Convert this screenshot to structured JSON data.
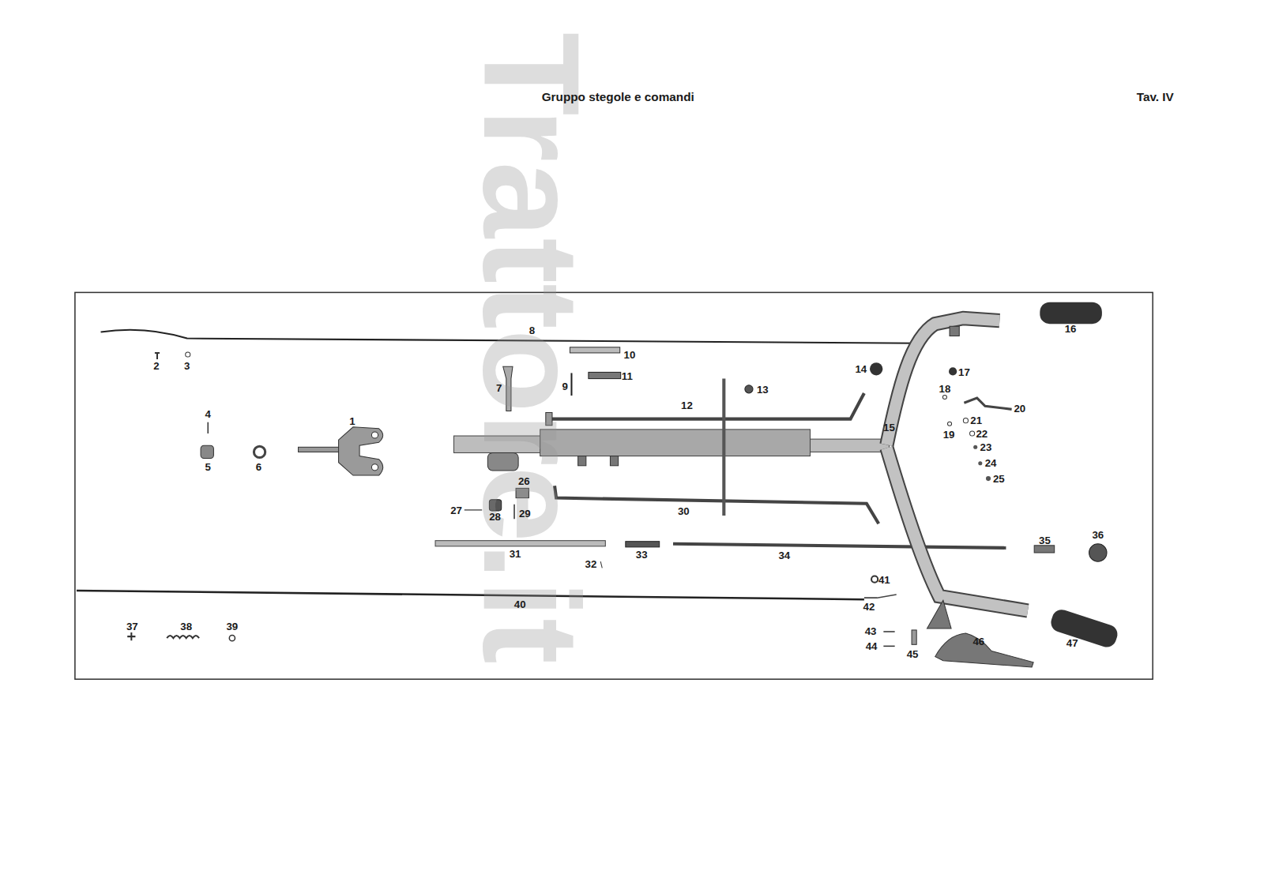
{
  "diagram": {
    "title": "Gruppo stegole e comandi",
    "labels": [
      "Tav. IV",
      "Trattore.it",
      "1",
      "2",
      "3",
      "4",
      "5",
      "6",
      "7",
      "8",
      "9",
      "10",
      "11",
      "12",
      "13",
      "14",
      "15",
      "16",
      "17",
      "18",
      "19",
      "20",
      "21",
      "22",
      "23",
      "24",
      "25",
      "26",
      "27",
      "28",
      "29",
      "30",
      "31",
      "32",
      "33",
      "34",
      "35",
      "36",
      "37",
      "38",
      "39",
      "40",
      "41",
      "42",
      "43",
      "44",
      "45",
      "46",
      "47"
    ]
  }
}
